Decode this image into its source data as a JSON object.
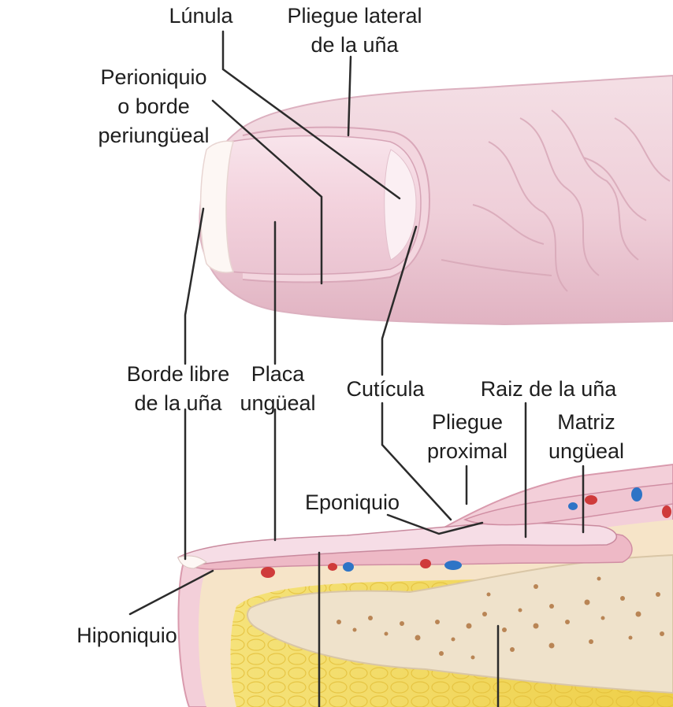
{
  "labels": {
    "lunula": {
      "lines": [
        "Lúnula"
      ]
    },
    "lateral_fold": {
      "lines": [
        "Pliegue lateral",
        "de la uña"
      ]
    },
    "perionychium": {
      "lines": [
        "Perioniquio",
        "o borde",
        "periungüeal"
      ]
    },
    "free_edge": {
      "lines": [
        "Borde libre",
        "de la uña"
      ]
    },
    "nail_plate": {
      "lines": [
        "Placa",
        "ungüeal"
      ]
    },
    "cuticle": {
      "lines": [
        "Cutícula"
      ]
    },
    "nail_root": {
      "lines": [
        "Raiz de la uña"
      ]
    },
    "proximal_fold": {
      "lines": [
        "Pliegue",
        "proximal"
      ]
    },
    "nail_matrix": {
      "lines": [
        "Matriz",
        "ungüeal"
      ]
    },
    "eponychium": {
      "lines": [
        "Eponiquio"
      ]
    },
    "hyponychium": {
      "lines": [
        "Hiponiquio"
      ]
    }
  },
  "colors": {
    "skin": "#f0d3dc",
    "skin_shadow": "#e2b6c4",
    "nail": "#f6dde6",
    "nail_edge": "#fdf7f4",
    "fat": "#f2dc5f",
    "bone": "#eee0c8",
    "bone_pore": "#b98555",
    "vessel_red": "#cf3b3b",
    "vessel_blue": "#2e74c6",
    "leader": "#2b2b2b"
  }
}
